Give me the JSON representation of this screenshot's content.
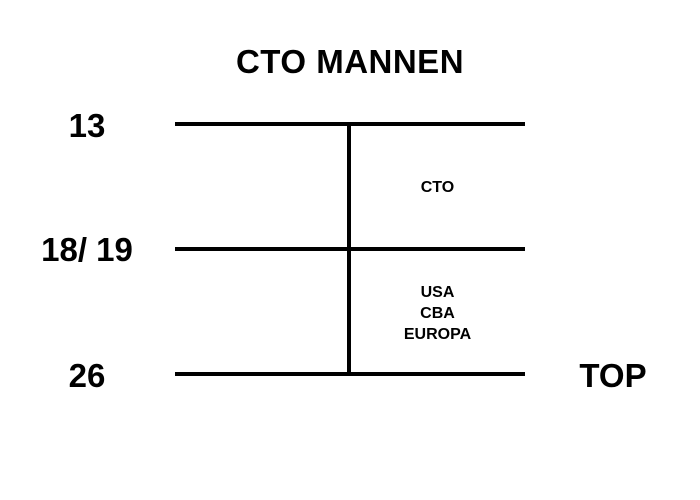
{
  "title": "CTO MANNEN",
  "ages": {
    "start": "13",
    "middle": "18/ 19",
    "end": "26"
  },
  "end_label": "TOP",
  "stages": {
    "first": "CTO",
    "second": [
      "USA",
      "CBA",
      "EUROPA"
    ]
  }
}
